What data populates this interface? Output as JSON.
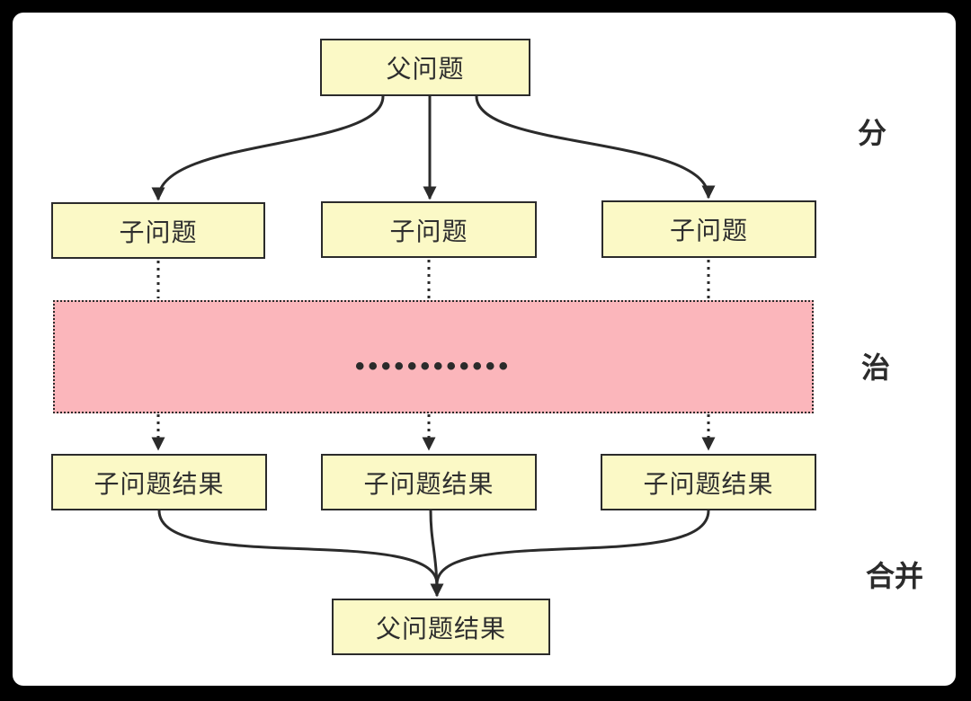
{
  "diagram": {
    "parent_node": {
      "label": "父问题"
    },
    "sub_nodes": [
      {
        "label": "子问题"
      },
      {
        "label": "子问题"
      },
      {
        "label": "子问题"
      }
    ],
    "conquer_band": {
      "ellipsis": "••••••••••••"
    },
    "result_nodes": [
      {
        "label": "子问题结果"
      },
      {
        "label": "子问题结果"
      },
      {
        "label": "子问题结果"
      }
    ],
    "parent_result_node": {
      "label": "父问题结果"
    },
    "phase_labels": {
      "divide": "分",
      "conquer": "治",
      "merge": "合并"
    },
    "colors": {
      "node_fill": "#fbf9c6",
      "band_fill": "#fbb6bb",
      "stroke": "#2b2b2b",
      "frame": "#000000",
      "canvas": "#ffffff"
    }
  }
}
